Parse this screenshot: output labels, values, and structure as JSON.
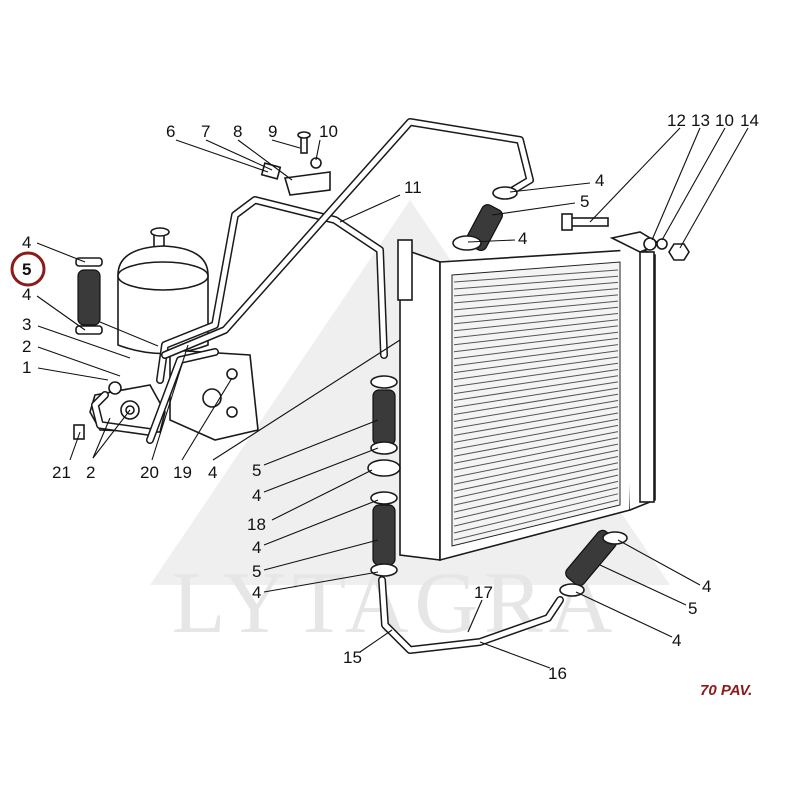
{
  "watermark": {
    "text": "LYTAGRA"
  },
  "page_number": "70 PAV.",
  "highlight": {
    "label": "5",
    "color": "#8b1a1a"
  },
  "callouts": {
    "c4a": "4",
    "c5a": "5",
    "c4b": "4",
    "c3": "3",
    "c2a": "2",
    "c1": "1",
    "c21": "21",
    "c2b": "2",
    "c20": "20",
    "c19": "19",
    "c4c": "4",
    "c6": "6",
    "c7": "7",
    "c8": "8",
    "c9": "9",
    "c10": "10",
    "c11": "11",
    "c4d": "4",
    "c5b": "5",
    "c4e": "4",
    "c12": "12",
    "c13": "13",
    "c10b": "10",
    "c14": "14",
    "c5c": "5",
    "c4f": "4",
    "c18": "18",
    "c4g": "4",
    "c5d": "5",
    "c4h": "4",
    "c17": "17",
    "c15": "15",
    "c16": "16",
    "c4i": "4",
    "c5e": "5",
    "c4j": "4"
  }
}
